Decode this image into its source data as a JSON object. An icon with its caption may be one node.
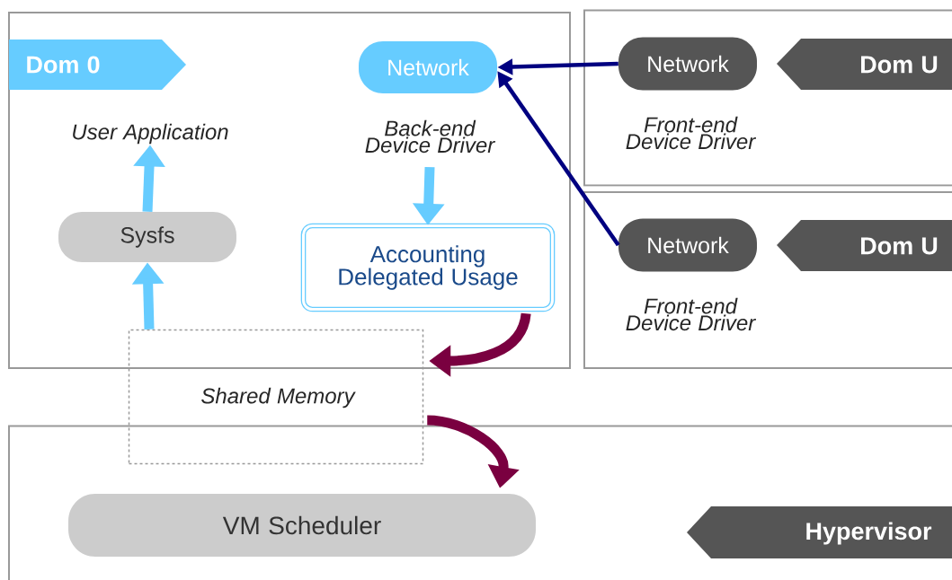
{
  "diagram": {
    "nodes": [
      {
        "text": [],
        "shape": "box"
      },
      {
        "text": [
          "Dom 0"
        ],
        "in": 0
      },
      {
        "text": [
          "Network"
        ],
        "in": 0,
        "beside": [
          "Back-end Device Driver"
        ]
      },
      {
        "text": [
          "Accounting Delegated Usage"
        ],
        "in": 0
      },
      {
        "text": [
          "Sysfs"
        ],
        "in": 0
      },
      {
        "text": [
          "User Application"
        ],
        "in": 0
      },
      {
        "text": [
          "Shared Memory"
        ]
      },
      {
        "text": [],
        "shape": "box"
      },
      {
        "text": [
          "Network"
        ],
        "in": 7,
        "beside": [
          "Front-end Device Driver"
        ]
      },
      {
        "text": [
          "Dom U"
        ],
        "in": 7
      },
      {
        "text": [],
        "shape": "box"
      },
      {
        "text": [
          "Network"
        ],
        "in": 10,
        "beside": [
          "Front-end Device Driver"
        ]
      },
      {
        "text": [
          "Dom U"
        ],
        "in": 10
      },
      {
        "text": [],
        "shape": "box"
      },
      {
        "text": [
          "VM Scheduler"
        ],
        "in": 13
      },
      {
        "text": [
          "Hypervisor"
        ],
        "in": 13
      }
    ],
    "edges": [
      {
        "from": 8,
        "to": 2,
        "arrow": "to",
        "color": "#000080"
      },
      {
        "from": 11,
        "to": 2,
        "arrow": "to",
        "color": "#000080"
      },
      {
        "from": 2,
        "to": 3,
        "arrow": "to",
        "color": "#66ccff"
      },
      {
        "from": 4,
        "to": 5,
        "arrow": "to",
        "color": "#66ccff"
      },
      {
        "from": 6,
        "to": 4,
        "arrow": "to",
        "color": "#66ccff"
      },
      {
        "from": 3,
        "to": 6,
        "arrow": "to",
        "color": "#7a0040"
      },
      {
        "from": 6,
        "to": 14,
        "arrow": "to",
        "color": "#7a0040"
      }
    ]
  }
}
